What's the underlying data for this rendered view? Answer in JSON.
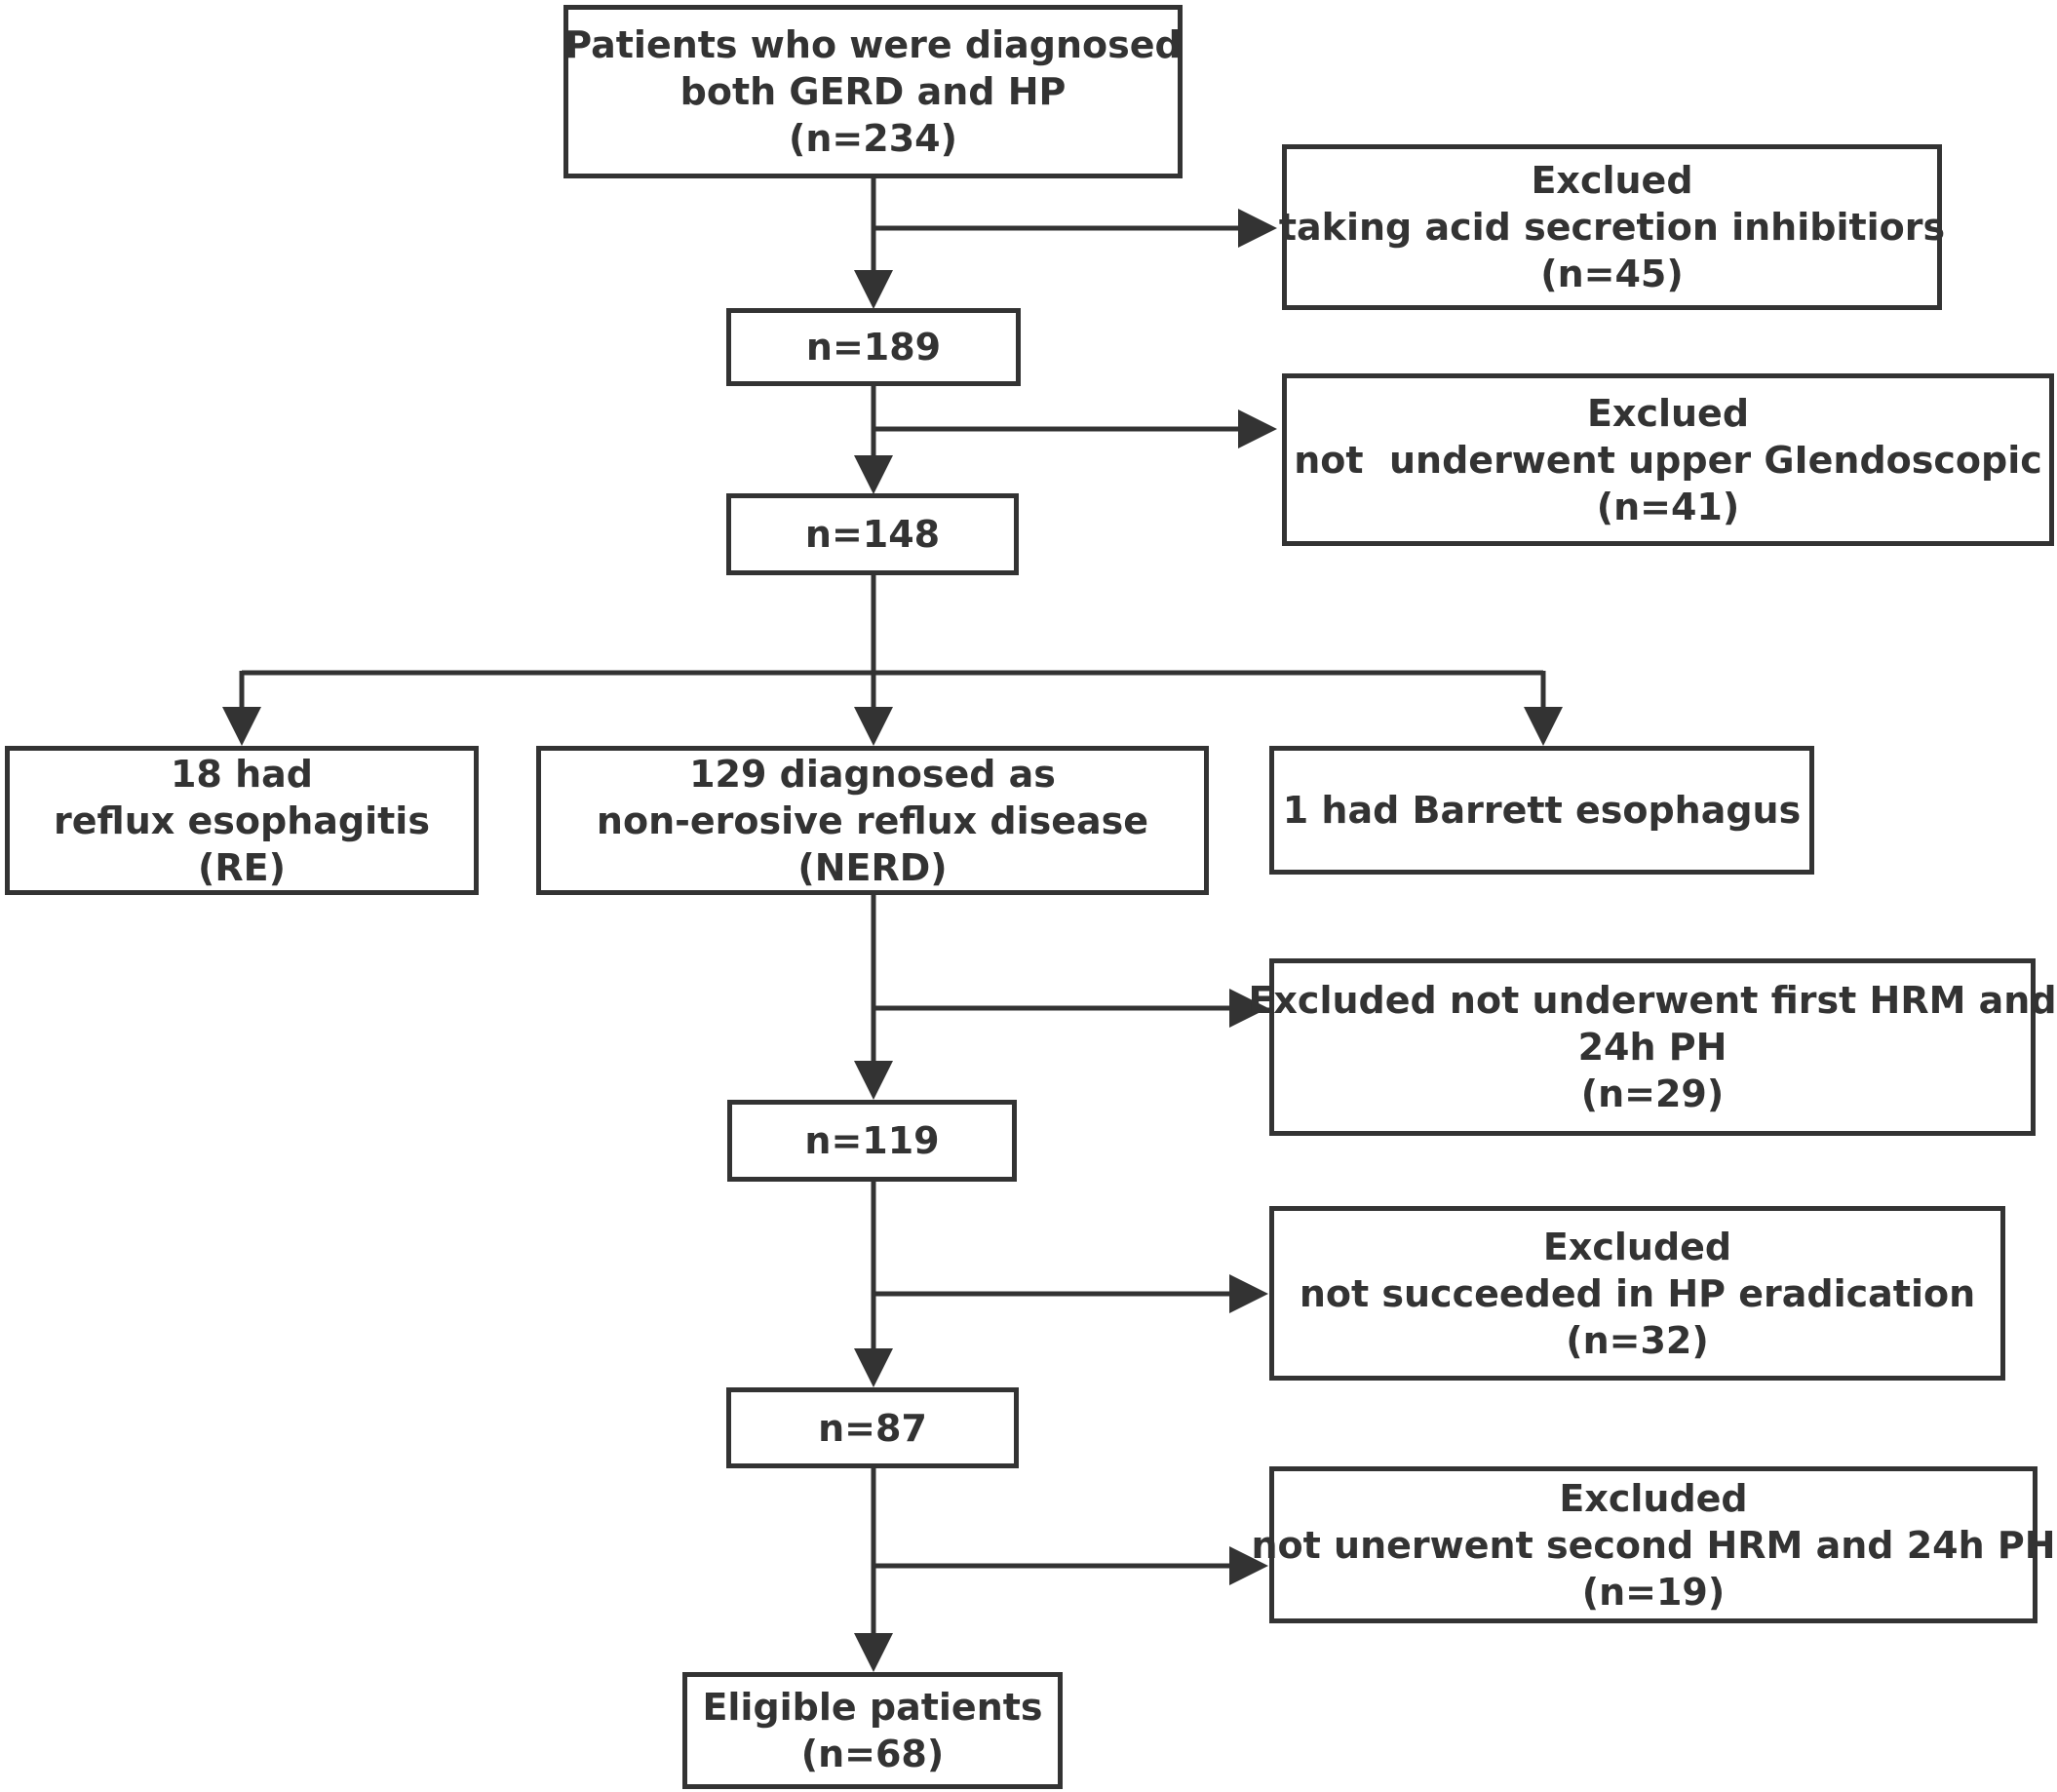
{
  "colors": {
    "stroke": "#333333",
    "text": "#333333",
    "background": "#ffffff"
  },
  "boxes": {
    "start": [
      "Patients who were diagnosed",
      "both GERD and HP",
      "(n=234)"
    ],
    "excl1": [
      "Exclued",
      "taking acid secretion inhibitiors",
      "(n=45)"
    ],
    "n189": [
      "n=189"
    ],
    "excl2": [
      "Exclued",
      "not  underwent upper GIendoscopic",
      "(n=41)"
    ],
    "n148": [
      "n=148"
    ],
    "re": [
      "18 had",
      "reflux esophagitis",
      "(RE)"
    ],
    "nerd": [
      "129 diagnosed as",
      "non-erosive reflux disease",
      "(NERD)"
    ],
    "barrett": [
      "1 had Barrett esophagus"
    ],
    "excl3": [
      "Excluded not underwent first HRM and",
      "24h PH",
      "(n=29)"
    ],
    "n119": [
      "n=119"
    ],
    "excl4": [
      "Excluded",
      "not succeeded in HP eradication",
      "(n=32)"
    ],
    "n87": [
      "n=87"
    ],
    "excl5": [
      "Excluded",
      "not unerwent second HRM and 24h PH",
      "(n=19)"
    ],
    "eligible": [
      "Eligible patients",
      "(n=68)"
    ]
  }
}
